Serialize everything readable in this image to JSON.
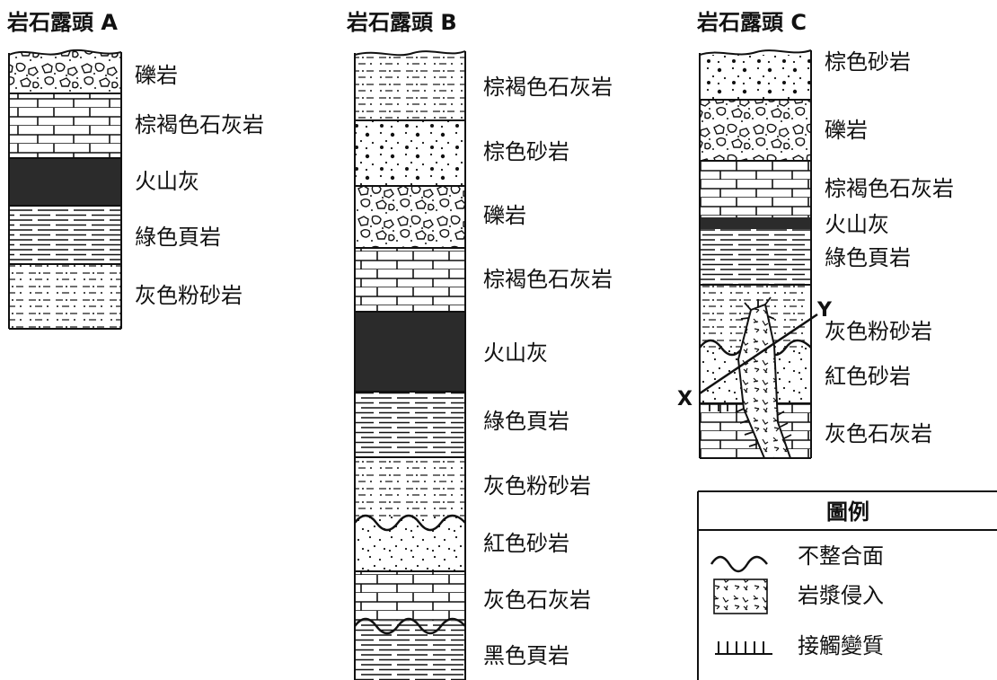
{
  "outcrops": [
    {
      "title": "岩石露頭 A",
      "layers": [
        {
          "label": "礫岩",
          "pattern": "conglomerate"
        },
        {
          "label": "棕褐色石灰岩",
          "pattern": "limestone"
        },
        {
          "label": "火山灰",
          "pattern": "ash"
        },
        {
          "label": "綠色頁岩",
          "pattern": "shale"
        },
        {
          "label": "灰色粉砂岩",
          "pattern": "siltstone"
        }
      ]
    },
    {
      "title": "岩石露頭 B",
      "layers": [
        {
          "label": "棕褐色石灰岩",
          "pattern": "limestone"
        },
        {
          "label": "棕色砂岩",
          "pattern": "brown-sandstone"
        },
        {
          "label": "礫岩",
          "pattern": "conglomerate"
        },
        {
          "label": "棕褐色石灰岩",
          "pattern": "limestone"
        },
        {
          "label": "火山灰",
          "pattern": "ash"
        },
        {
          "label": "綠色頁岩",
          "pattern": "shale"
        },
        {
          "label": "灰色粉砂岩",
          "pattern": "siltstone"
        },
        {
          "label": "紅色砂岩",
          "pattern": "sandstone"
        },
        {
          "label": "灰色石灰岩",
          "pattern": "limestone"
        },
        {
          "label": "黑色頁岩",
          "pattern": "shale"
        }
      ]
    },
    {
      "title": "岩石露頭 C",
      "layers": [
        {
          "label": "棕色砂岩",
          "pattern": "brown-sandstone"
        },
        {
          "label": "礫岩",
          "pattern": "conglomerate"
        },
        {
          "label": "棕褐色石灰岩",
          "pattern": "limestone"
        },
        {
          "label": "火山灰",
          "pattern": "ash"
        },
        {
          "label": "綠色頁岩",
          "pattern": "shale"
        },
        {
          "label": "灰色粉砂岩",
          "pattern": "siltstone"
        },
        {
          "label": "紅色砂岩",
          "pattern": "sandstone"
        },
        {
          "label": "灰色石灰岩",
          "pattern": "limestone"
        }
      ],
      "fault_labels": {
        "start": "X",
        "end": "Y"
      }
    }
  ],
  "legend": {
    "title": "圖例",
    "items": [
      {
        "label": "不整合面",
        "symbol": "unconformity-icon"
      },
      {
        "label": "岩漿侵入",
        "symbol": "igneous-intrusion-icon"
      },
      {
        "label": "接觸變質",
        "symbol": "contact-metamorphism-icon"
      }
    ]
  }
}
